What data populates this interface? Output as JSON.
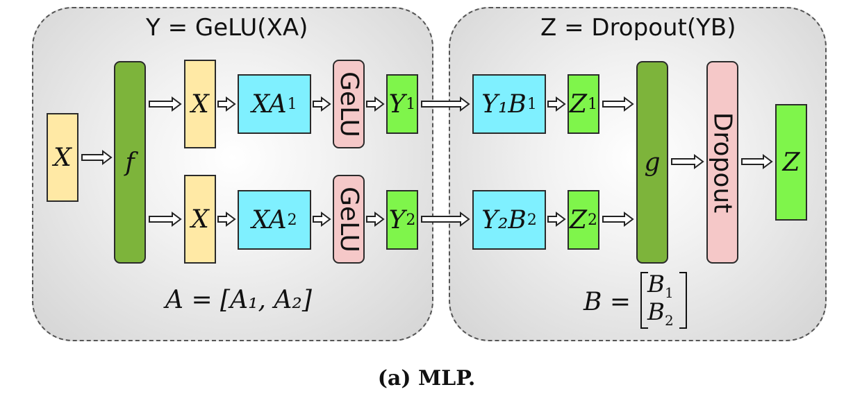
{
  "left_panel": {
    "title": "Y = GeLU(XA)",
    "equation": "A = [A₁, A₂]",
    "input": {
      "label": "X",
      "sub": ""
    },
    "split": {
      "label": "f",
      "sub": ""
    },
    "branch1": {
      "x": {
        "label": "X",
        "sub": ""
      },
      "xa": {
        "label": "XA",
        "sub": "1"
      },
      "gelu": "GeLU",
      "y": {
        "label": "Y",
        "sub": "1"
      }
    },
    "branch2": {
      "x": {
        "label": "X",
        "sub": ""
      },
      "xa": {
        "label": "XA",
        "sub": "2"
      },
      "gelu": "GeLU",
      "y": {
        "label": "Y",
        "sub": "2"
      }
    }
  },
  "right_panel": {
    "title": "Z = Dropout(YB)",
    "equation_lhs": "B =",
    "matrix": [
      {
        "label": "B",
        "sub": "1"
      },
      {
        "label": "B",
        "sub": "2"
      }
    ],
    "branch1": {
      "yb": {
        "label": "Y₁B",
        "sub": "1"
      },
      "z": {
        "label": "Z",
        "sub": "1"
      }
    },
    "branch2": {
      "yb": {
        "label": "Y₂B",
        "sub": "2"
      },
      "z": {
        "label": "Z",
        "sub": "2"
      }
    },
    "merge": {
      "label": "g",
      "sub": ""
    },
    "dropout": "Dropout",
    "output": {
      "label": "Z",
      "sub": ""
    }
  },
  "caption": "(a) MLP.",
  "colors": {
    "input": "#ffe9a5",
    "matmul": "#7ff0ff",
    "activation_out": "#7ff54b",
    "conjugate_op": "#7db43b",
    "nonlinear": "#f5c8c8"
  }
}
